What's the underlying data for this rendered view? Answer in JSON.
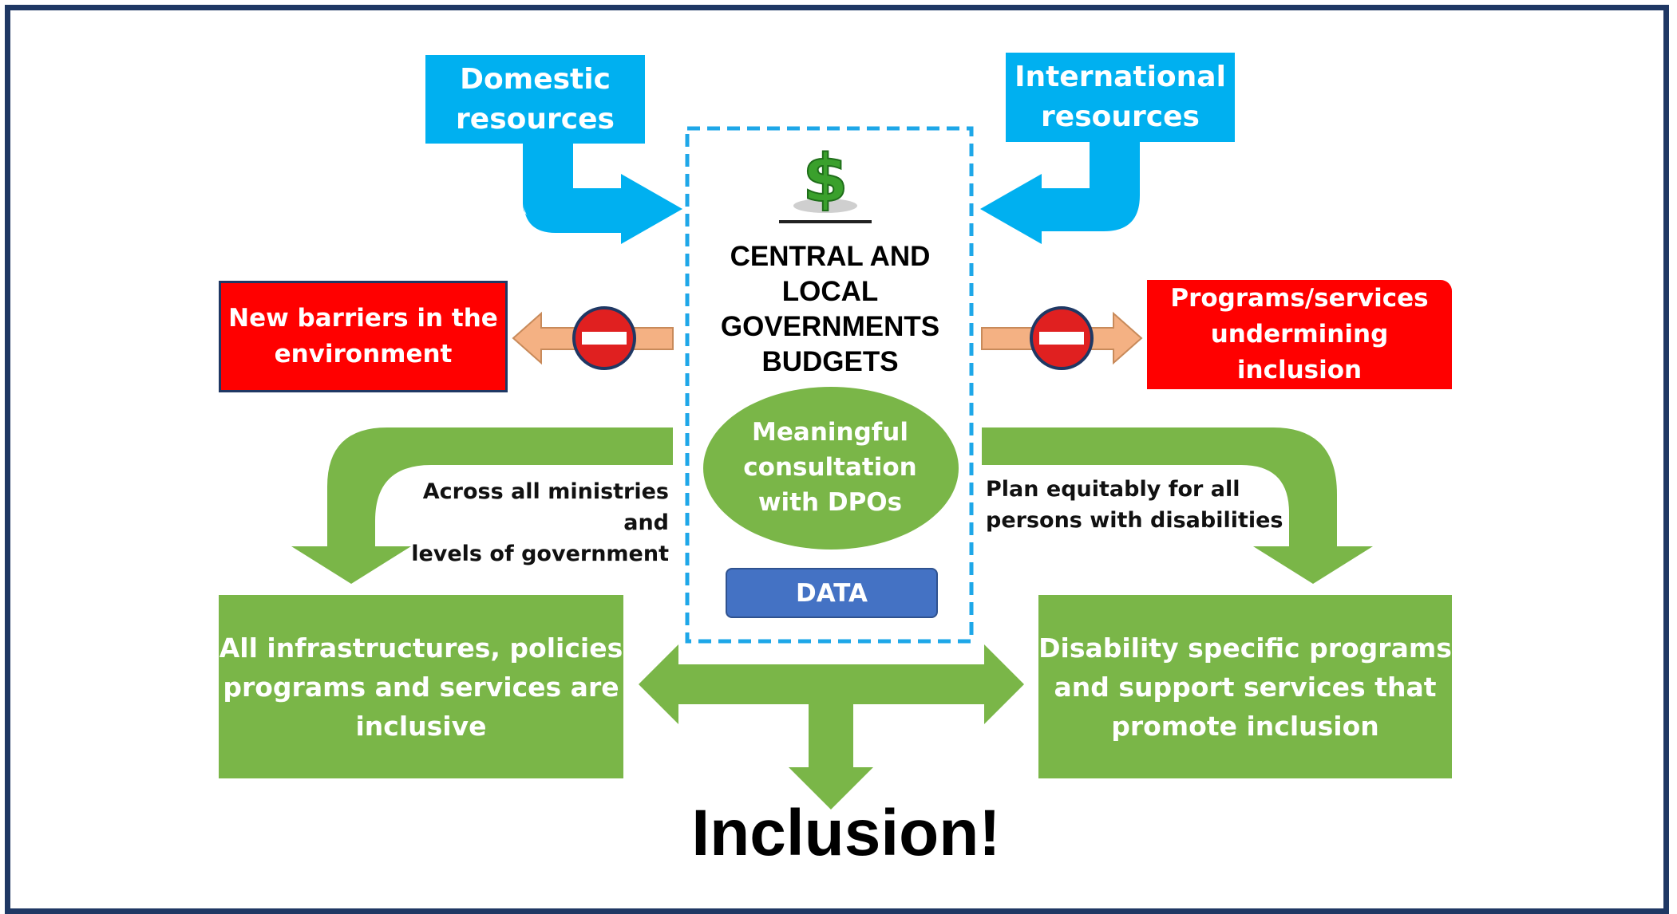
{
  "sources": {
    "domestic": "Domestic\nresources",
    "international": "International\nresources"
  },
  "center": {
    "title": "CENTRAL AND\nLOCAL\nGOVERNMENTS\nBUDGETS",
    "consultation": "Meaningful\nconsultation\nwith DPOs",
    "data_label": "DATA"
  },
  "risks": {
    "left": "New barriers in the\nenvironment",
    "right": "Programs/services\nundermining inclusion"
  },
  "flows": {
    "left_label": "Across all ministries and\nlevels of government",
    "right_label": "Plan equitably for all\npersons with disabilities"
  },
  "outcomes": {
    "left": "All infrastructures, policies\nprograms and services  are\ninclusive",
    "right": "Disability specific programs\nand support services that\npromote inclusion"
  },
  "result": "Inclusion!",
  "colors": {
    "blue": "#00b0f0",
    "red": "#ff0000",
    "green": "#7ab648",
    "data_blue": "#4472c4",
    "frame": "#1f3864",
    "stop_arrow": "#f4b183"
  }
}
